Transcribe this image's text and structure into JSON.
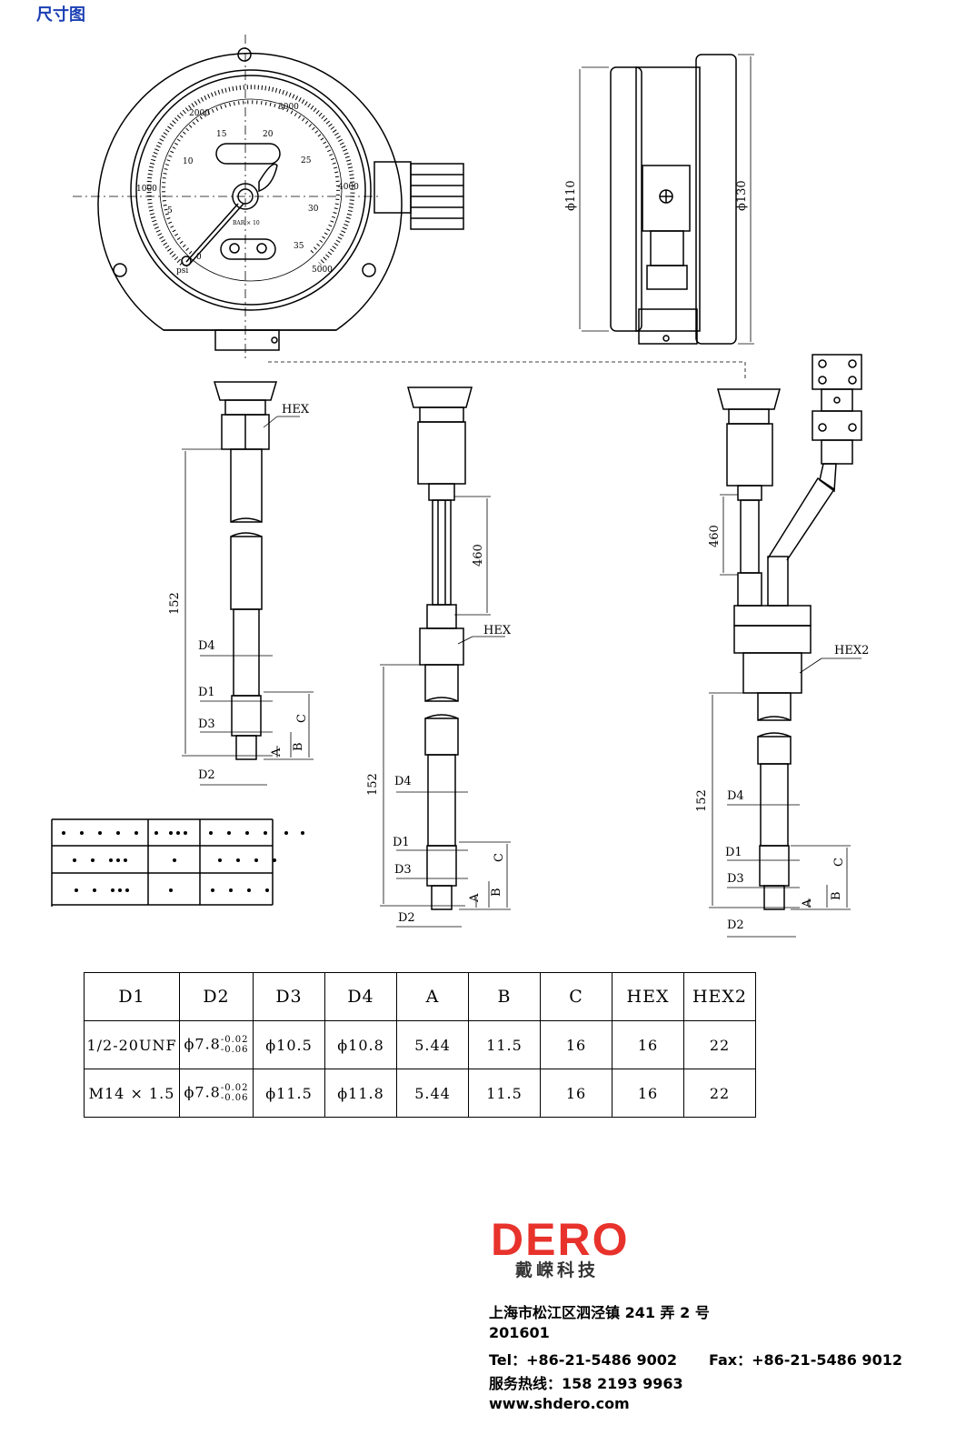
{
  "section_title": "尺寸图",
  "gauge": {
    "psi_labels": [
      "1000",
      "2000",
      "3000",
      "4000",
      "5000"
    ],
    "bar_labels": [
      "0",
      "5",
      "10",
      "15",
      "20",
      "25",
      "30",
      "35"
    ],
    "unit_bar": "BAR × 10",
    "unit_psi": "psi",
    "dia_inner": "ϕ110",
    "dia_outer": "ϕ130"
  },
  "dims": {
    "hex": "HEX",
    "hex2": "HEX2",
    "len_152": "152",
    "len_460": "460",
    "d1": "D1",
    "d2": "D2",
    "d3": "D3",
    "d4": "D4",
    "a": "A",
    "b": "B",
    "c": "C"
  },
  "table": {
    "headers": [
      "D1",
      "D2",
      "D3",
      "D4",
      "A",
      "B",
      "C",
      "HEX",
      "HEX2"
    ],
    "rows": [
      {
        "d1": "1/2-20UNF",
        "d2": "ϕ7.8",
        "d2_tol_up": "-0.02",
        "d2_tol_lo": "-0.06",
        "d3": "ϕ10.5",
        "d4": "ϕ10.8",
        "a": "5.44",
        "b": "11.5",
        "c": "16",
        "hex": "16",
        "hex2": "22"
      },
      {
        "d1": "M14 × 1.5",
        "d2": "ϕ7.8",
        "d2_tol_up": "-0.02",
        "d2_tol_lo": "-0.06",
        "d3": "ϕ11.5",
        "d4": "ϕ11.8",
        "a": "5.44",
        "b": "11.5",
        "c": "16",
        "hex": "16",
        "hex2": "22"
      }
    ]
  },
  "company": {
    "logo": "DERO",
    "name_cn": "戴嵘科技",
    "address": "上海市松江区泗泾镇 241 弄 2 号",
    "postcode": "201601",
    "tel": "Tel：+86-21-5486 9002",
    "fax": "Fax：+86-21-5486 9012",
    "hotline": "服务热线：158 2193 9963",
    "website": "www.shdero.com"
  },
  "colors": {
    "title_blue": "#1a3fb4",
    "logo_red": "#e8322c"
  }
}
